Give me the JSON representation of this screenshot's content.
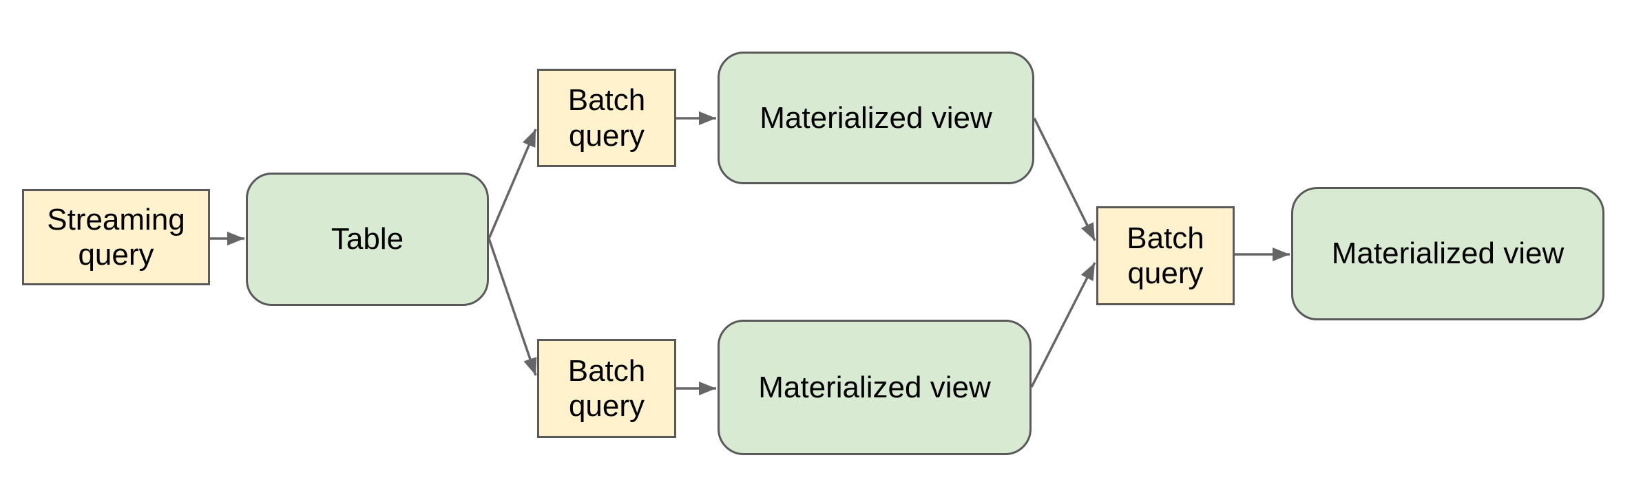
{
  "diagram": {
    "background": "#ffffff",
    "colors": {
      "query_box_fill": "#fff2cc",
      "entity_box_fill": "#d9ead3",
      "box_border": "#595959",
      "connector": "#666666",
      "text": "#000000"
    },
    "nodes": {
      "streaming_query": {
        "label": "Streaming query",
        "shape": "rectangle"
      },
      "table": {
        "label": "Table",
        "shape": "rounded-rectangle"
      },
      "batch_query_top": {
        "label": "Batch query",
        "shape": "rectangle"
      },
      "mv_top": {
        "label": "Materialized view",
        "shape": "rounded-rectangle"
      },
      "batch_query_bottom": {
        "label": "Batch query",
        "shape": "rectangle"
      },
      "mv_bottom": {
        "label": "Materialized view",
        "shape": "rounded-rectangle"
      },
      "batch_query_right": {
        "label": "Batch query",
        "shape": "rectangle"
      },
      "mv_right": {
        "label": "Materialized view",
        "shape": "rounded-rectangle"
      }
    },
    "edges": [
      {
        "from": "streaming_query",
        "to": "table"
      },
      {
        "from": "table",
        "to": "batch_query_top"
      },
      {
        "from": "table",
        "to": "batch_query_bottom"
      },
      {
        "from": "batch_query_top",
        "to": "mv_top"
      },
      {
        "from": "batch_query_bottom",
        "to": "mv_bottom"
      },
      {
        "from": "mv_top",
        "to": "batch_query_right"
      },
      {
        "from": "mv_bottom",
        "to": "batch_query_right"
      },
      {
        "from": "batch_query_right",
        "to": "mv_right"
      }
    ]
  }
}
